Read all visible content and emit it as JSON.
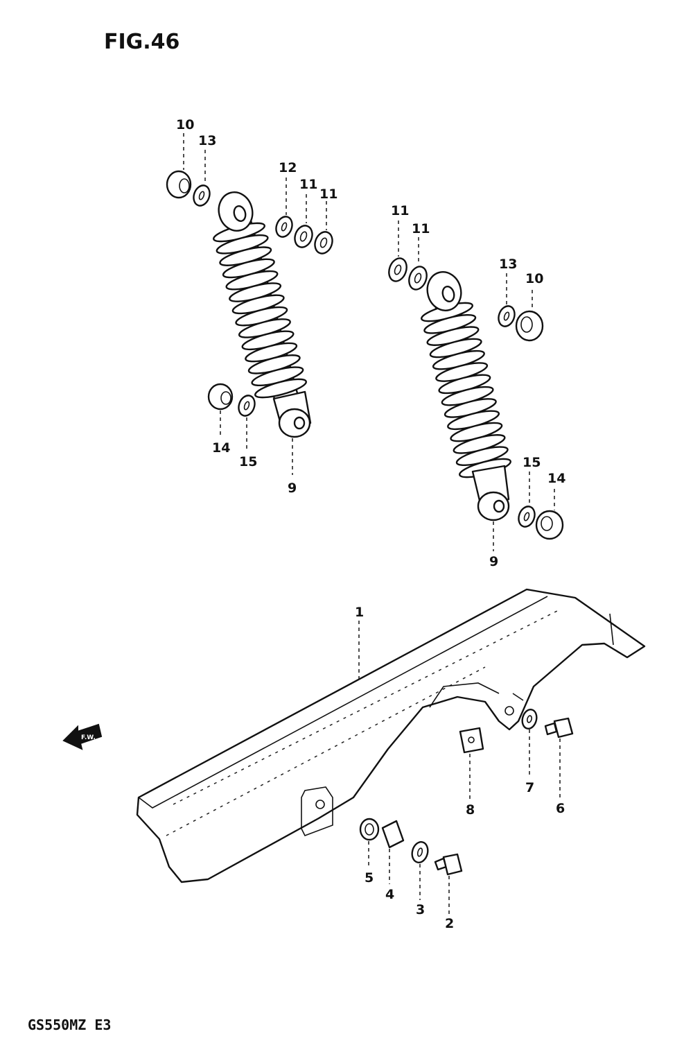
{
  "figure": {
    "title": "FIG.46",
    "footer": "GS550MZ E3"
  },
  "callouts": {
    "c1": "1",
    "c2": "2",
    "c3": "3",
    "c4": "4",
    "c5": "5",
    "c6": "6",
    "c7": "7",
    "c8": "8",
    "c9a": "9",
    "c9b": "9",
    "c10a": "10",
    "c10b": "10",
    "c11a": "11",
    "c11b": "11",
    "c11c": "11",
    "c11d": "11",
    "c12": "12",
    "c13a": "13",
    "c13b": "13",
    "c14a": "14",
    "c14b": "14",
    "c15a": "15",
    "c15b": "15"
  },
  "icons": {
    "direction_arrow": "front-direction-arrow-icon"
  }
}
